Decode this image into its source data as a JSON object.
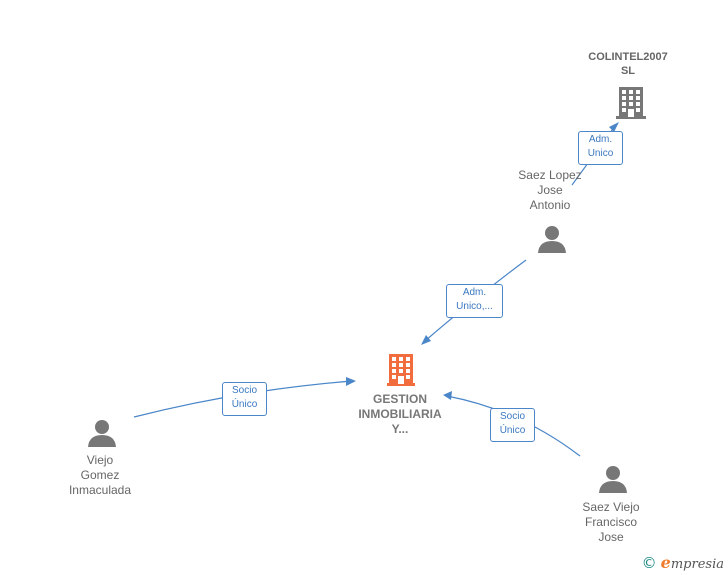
{
  "nodes": {
    "main_company": {
      "lines": [
        "GESTION",
        "INMOBILIARIA",
        "Y..."
      ],
      "color": "#f26d3d"
    },
    "colintel": {
      "lines": [
        "COLINTEL2007",
        "SL"
      ],
      "color": "#777777"
    },
    "saez_lopez": {
      "lines": [
        "Saez Lopez",
        "Jose",
        "Antonio"
      ]
    },
    "viejo_gomez": {
      "lines": [
        "Viejo",
        "Gomez",
        "Inmaculada"
      ]
    },
    "saez_viejo": {
      "lines": [
        "Saez Viejo",
        "Francisco",
        "Jose"
      ]
    }
  },
  "edges": {
    "saez_lopez_to_colintel": {
      "lines": [
        "Adm.",
        "Unico"
      ]
    },
    "saez_lopez_to_main": {
      "lines": [
        "Adm.",
        "Unico,..."
      ]
    },
    "viejo_gomez_to_main": {
      "lines": [
        "Socio",
        "Único"
      ]
    },
    "saez_viejo_to_main": {
      "lines": [
        "Socio",
        "Único"
      ]
    }
  },
  "colors": {
    "edge": "#4a86c8",
    "person_icon": "#777777",
    "company_icon_main": "#f26d3d",
    "company_icon_other": "#777777"
  },
  "watermark": {
    "copyright": "©",
    "brand_initial": "e",
    "brand_rest": "mpresia"
  }
}
